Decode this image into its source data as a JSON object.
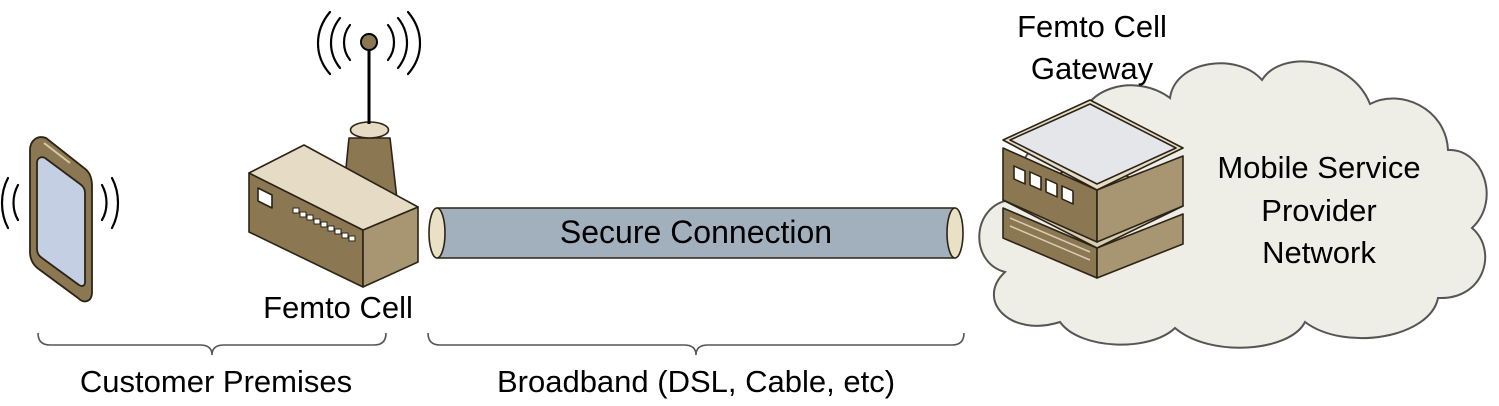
{
  "labels": {
    "femto_cell": "Femto Cell",
    "gateway_line1": "Femto Cell",
    "gateway_line2": "Gateway",
    "secure_connection": "Secure Connection",
    "cloud_line1": "Mobile Service",
    "cloud_line2": "Provider",
    "cloud_line3": "Network",
    "customer_premises": "Customer Premises",
    "broadband": "Broadband (DSL, Cable, etc)"
  },
  "colors": {
    "device_body": "#8b7752",
    "device_top": "#e6dcc6",
    "device_side": "#a89571",
    "screen": "#c5cfe3",
    "tube": "#a2b0bd",
    "tube_end": "#eae0c6",
    "cloud": "#eeeee6"
  },
  "icons": {
    "phone": "mobile-phone-icon",
    "femto": "femto-cell-router-icon",
    "gateway": "gateway-server-icon",
    "cloud": "network-cloud-icon",
    "tube": "secure-tunnel-icon"
  }
}
